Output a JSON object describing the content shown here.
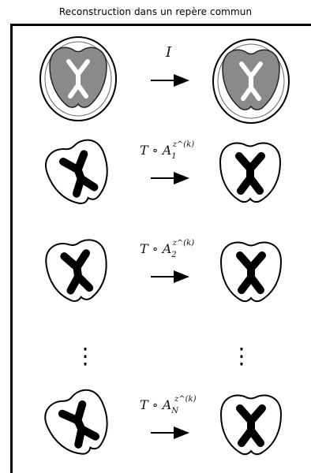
{
  "title": "Reconstruction dans un repère commun",
  "transforms": [
    {
      "base": "I",
      "sub": "",
      "sup": ""
    },
    {
      "base": "T ∘ A",
      "sub": "1",
      "sup": "z^(k)"
    },
    {
      "base": "T ∘ A",
      "sub": "2",
      "sup": "z^(k)"
    },
    {
      "base": "T ∘ A",
      "sub": "N",
      "sup": "z^(k)"
    }
  ],
  "ellipsis_glyph": "⋮"
}
